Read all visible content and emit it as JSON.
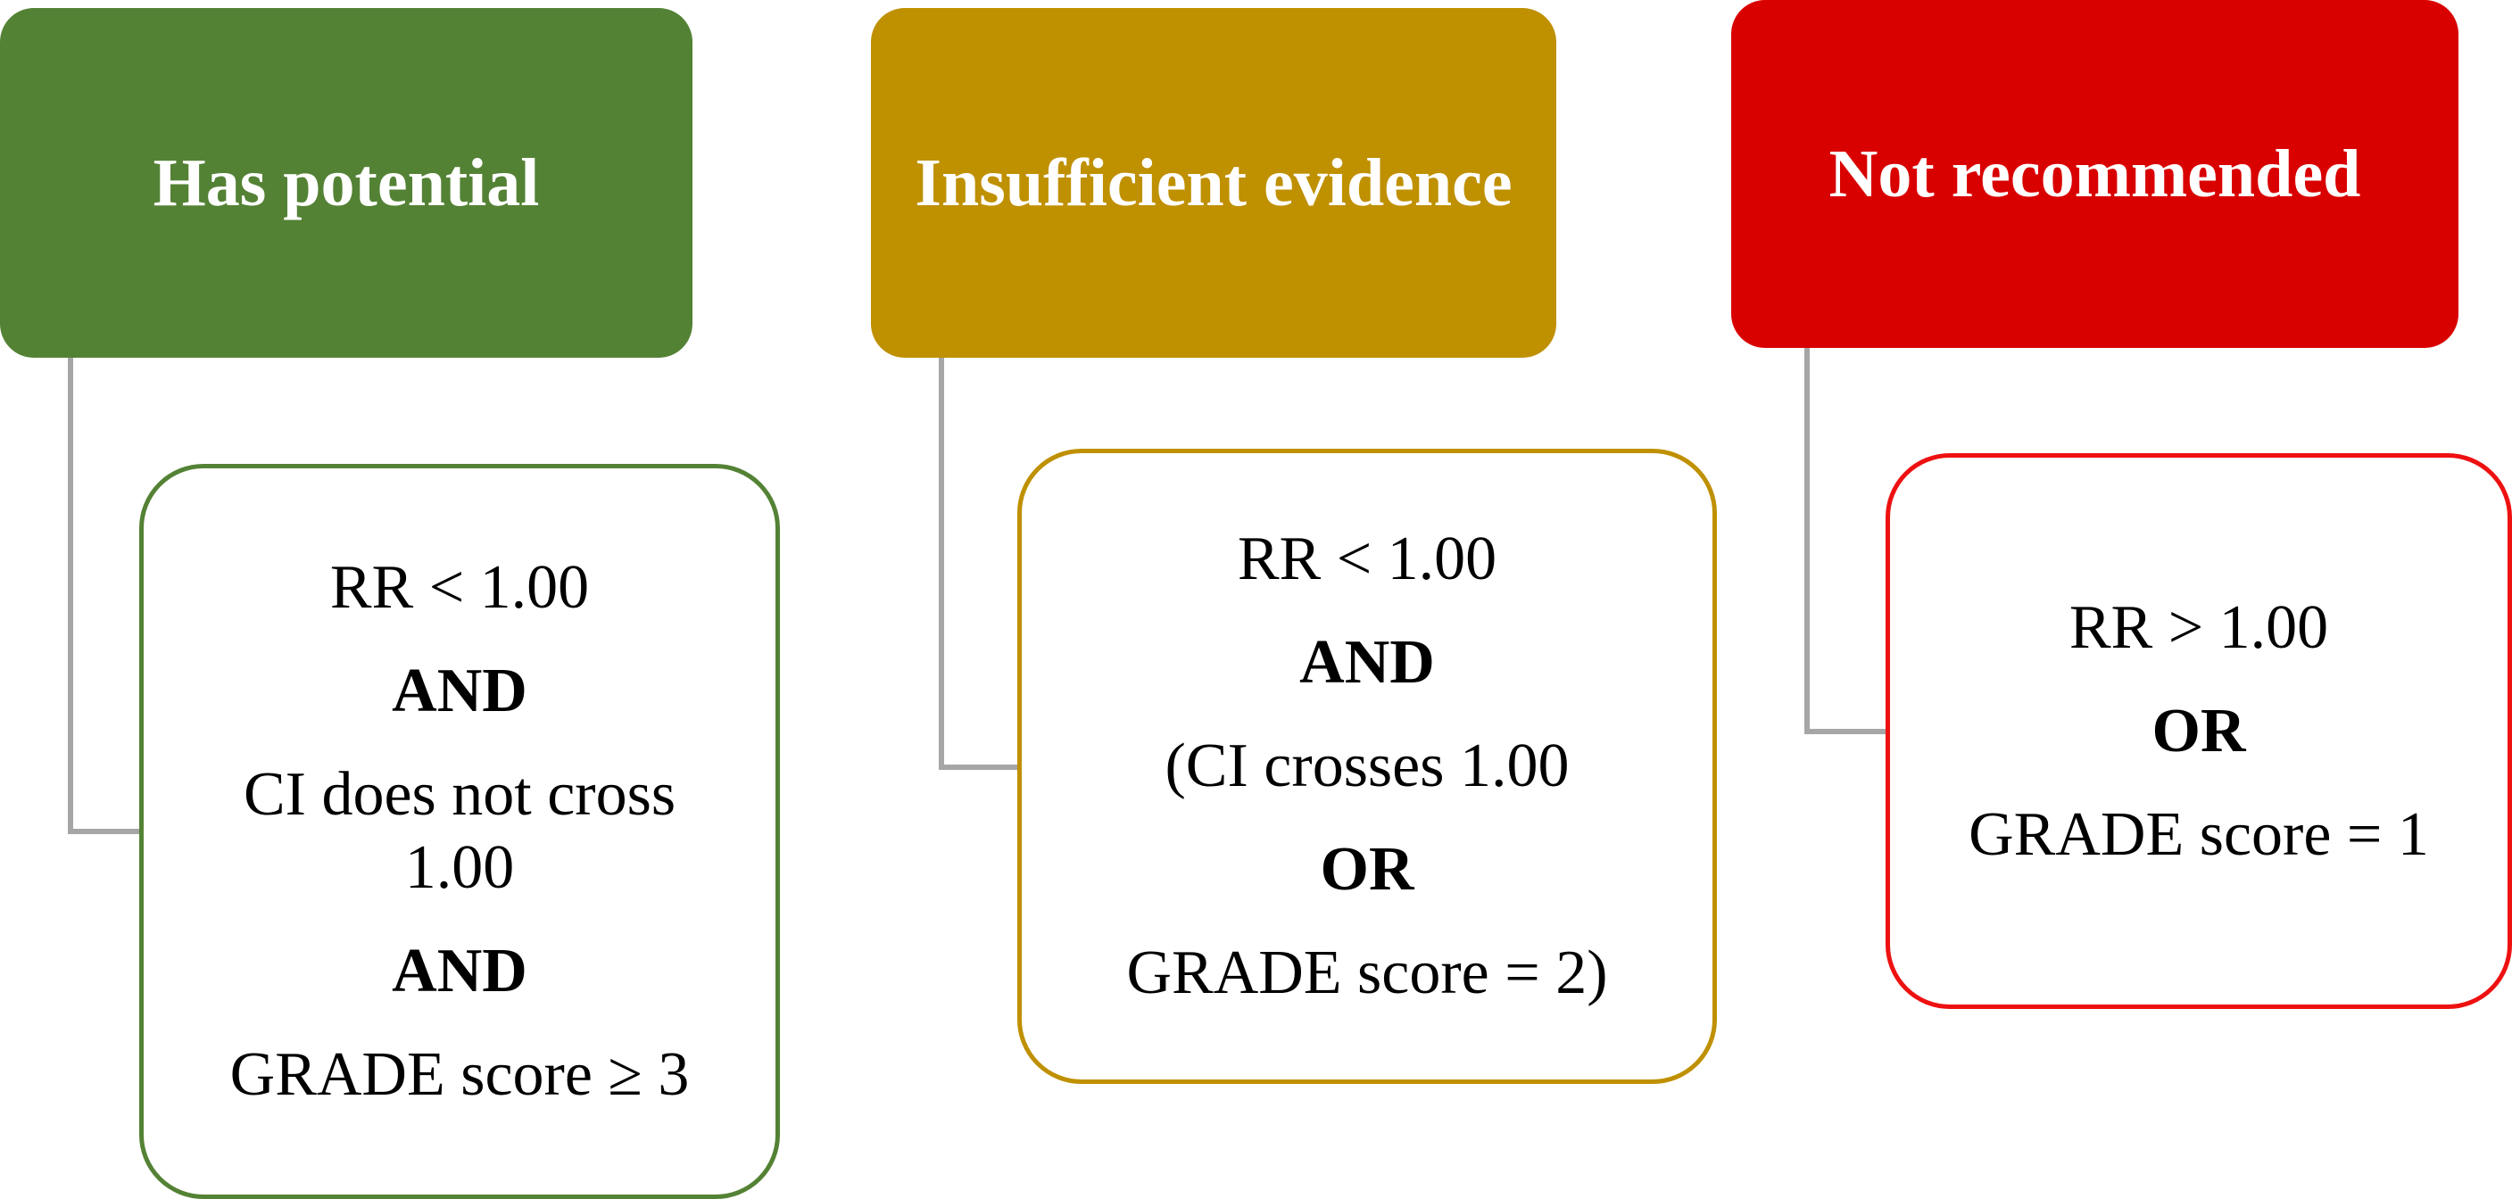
{
  "categories": [
    {
      "title": "Has potential",
      "color": "#548235",
      "criteria": [
        "RR < 1.00",
        "AND",
        "CI does not cross",
        "1.00",
        "AND",
        "GRADE score ≥ 3"
      ]
    },
    {
      "title": "Insufficient evidence",
      "color": "#BF9000",
      "criteria": [
        "RR < 1.00",
        "AND",
        "(CI crosses 1.00",
        "OR",
        "GRADE score = 2)"
      ]
    },
    {
      "title": "Not recommended",
      "color": "#D90000",
      "border_color": "#EE1111",
      "criteria": [
        "RR > 1.00",
        "OR",
        "GRADE score = 1"
      ]
    }
  ],
  "connector_color": "#A6A6A6"
}
